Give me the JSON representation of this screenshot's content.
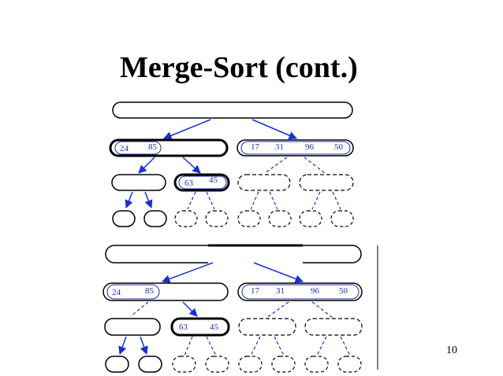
{
  "slide": {
    "title": "Merge-Sort (cont.)",
    "page_number": "10"
  },
  "diagram_top": {
    "left_node_values": [
      "24",
      "85"
    ],
    "right_node_values": [
      "17",
      "31",
      "96",
      "50"
    ],
    "left_child_values": [
      "63",
      "45"
    ]
  },
  "diagram_bottom": {
    "left_node_values": [
      "24",
      "85"
    ],
    "right_node_values": [
      "17",
      "31",
      "96",
      "50"
    ],
    "left_child_values": [
      "63",
      "45"
    ]
  },
  "colors": {
    "arrow": "#1a2fd0",
    "text": "#1f2f9f",
    "outline": "#000000"
  }
}
